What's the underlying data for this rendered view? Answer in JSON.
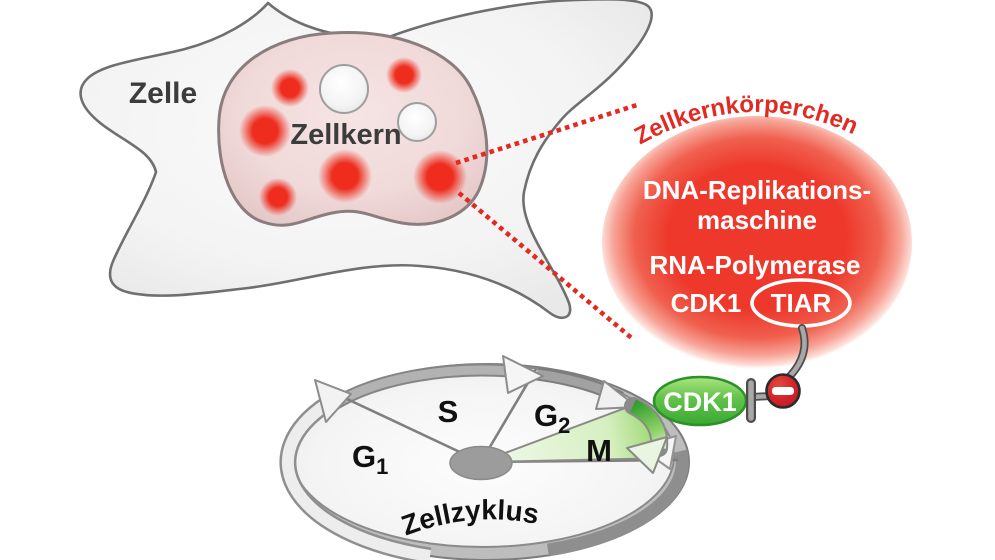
{
  "diagram": {
    "cell_label": "Zelle",
    "nucleus_label": "Zellkern",
    "nuclear_body": {
      "title": "Zellkernkörperchen",
      "line1": "DNA-Replikations-",
      "line2": "maschine",
      "line3": "RNA-Polymerase",
      "line4": "CDK1",
      "tiar_label": "TIAR"
    },
    "cycle": {
      "title": "Zellzyklus",
      "phase_g1": "G",
      "phase_g1_sub": "1",
      "phase_s": "S",
      "phase_g2": "G",
      "phase_g2_sub": "2",
      "phase_m": "M"
    },
    "signaling": {
      "cdk1_label": "CDK1"
    },
    "icons": {
      "inhibition": "minus-inhibition-icon",
      "zoom_link": "dotted-zoom-lines"
    },
    "colors": {
      "accent_red": "#e32a22",
      "body_red": "#ed382b",
      "green": "#3fae33",
      "inhibit_red": "#d2232a",
      "gray_outline": "#6f6f6f"
    }
  }
}
